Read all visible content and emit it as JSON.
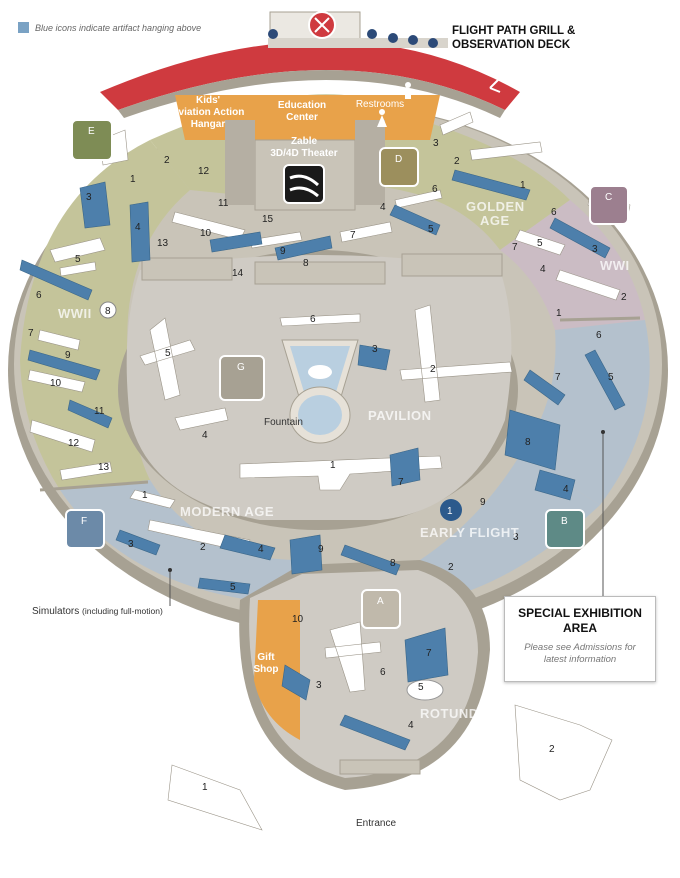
{
  "legend": {
    "text": "Blue icons indicate artifact hanging above",
    "color": "#7aa2c4"
  },
  "header": {
    "grill_line1": "FLIGHT PATH GRILL &",
    "grill_line2": "OBSERVATION DECK"
  },
  "upper_labels": {
    "kids_1": "Kids'",
    "kids_2": "Aviation Action",
    "kids_3": "Hangar",
    "education_1": "Education",
    "education_2": "Center",
    "restrooms": "Restrooms",
    "theater_1": "Zable",
    "theater_2": "3D/4D Theater"
  },
  "zones": {
    "golden_age_1": "GOLDEN",
    "golden_age_2": "AGE",
    "wwi": "WWI",
    "wwii": "WWII",
    "pavilion": "PAVILION",
    "fountain": "Fountain",
    "modern_age": "MODERN AGE",
    "early_flight": "EARLY FLIGHT",
    "rotunda": "ROTUNDA",
    "gift_1": "Gift",
    "gift_2": "Shop"
  },
  "gallery_badges": [
    "A",
    "B",
    "C",
    "D",
    "E",
    "F",
    "G"
  ],
  "special": {
    "title_1": "SPECIAL EXHIBITION",
    "title_2": "AREA",
    "sub_1": "Please see Admissions for",
    "sub_2": "latest information"
  },
  "simulators": {
    "main": "Simulators",
    "note": "(including full-motion)"
  },
  "entrance": "Entrance",
  "colors": {
    "wall": "#c9c4b8",
    "wall_dark": "#a7a193",
    "floor": "#cfcbc4",
    "ring_olive": "#c4c49a",
    "ring_mauve": "#cbbcc4",
    "ring_blue": "#b4c1cd",
    "red_deck": "#cf3a3f",
    "orange": "#e8a24a",
    "blue_icon": "#4d7fab",
    "badge": "#9c8f5d"
  }
}
